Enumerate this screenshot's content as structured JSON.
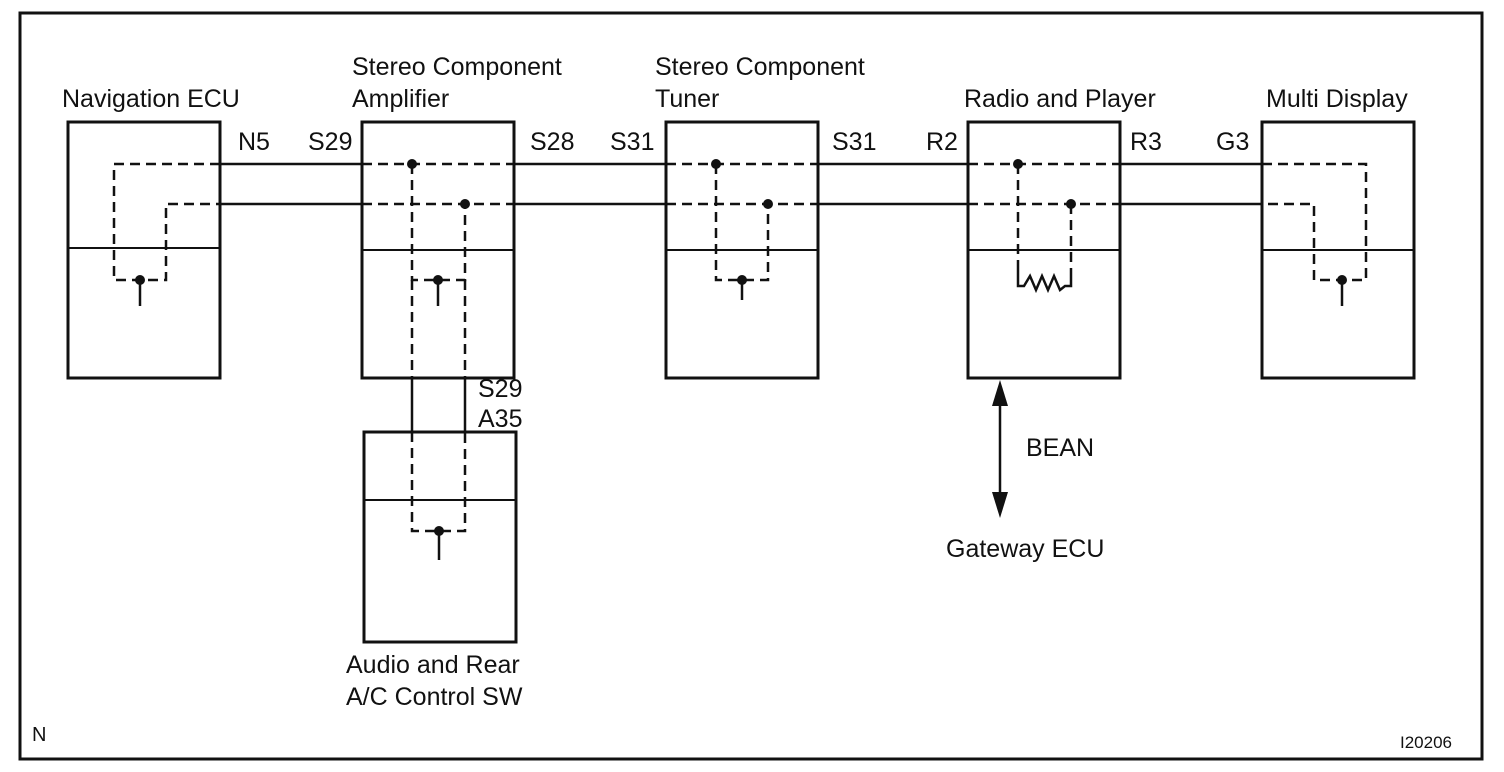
{
  "components": {
    "navigation_ecu": "Navigation ECU",
    "amplifier_line1": "Stereo Component",
    "amplifier_line2": "Amplifier",
    "tuner_line1": "Stereo Component",
    "tuner_line2": "Tuner",
    "radio_player": "Radio and Player",
    "multi_display": "Multi Display",
    "audio_sw_line1": "Audio and Rear",
    "audio_sw_line2": "A/C Control SW",
    "gateway_ecu": "Gateway ECU"
  },
  "connectors": {
    "n5": "N5",
    "s29_left": "S29",
    "s28": "S28",
    "s31_left": "S31",
    "s31_right": "S31",
    "r2": "R2",
    "r3": "R3",
    "g3": "G3",
    "s29_bottom": "S29",
    "a35": "A35"
  },
  "bus": {
    "name": "BEAN"
  },
  "corner": {
    "letter": "N",
    "code": "I20206"
  }
}
